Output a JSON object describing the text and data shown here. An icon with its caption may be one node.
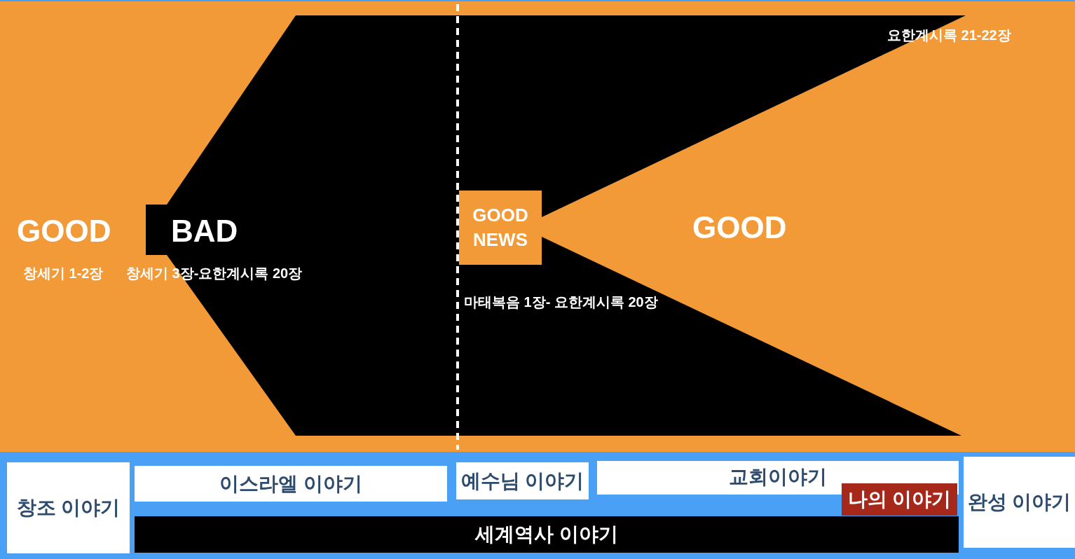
{
  "diagram": {
    "nodes": [
      {
        "text": [
          "GOOD NEWS"
        ]
      },
      {
        "text": [
          "창조 이야기"
        ]
      },
      {
        "text": [
          "이스라엘 이야기"
        ]
      },
      {
        "text": [
          "예수님 이야기"
        ]
      },
      {
        "text": [
          "교회이야기"
        ]
      },
      {
        "text": [
          "나의 이야기"
        ]
      },
      {
        "text": [
          "완성 이야기"
        ]
      },
      {
        "text": [
          "세계역사 이야기"
        ]
      }
    ],
    "labels": [
      "요한계시록 21-22장",
      "GOOD",
      "BAD",
      "GOOD",
      "창세기 1-2장",
      "창세기 3장-요한계시록 20장",
      "마태복음 1장- 요한계시록 20장"
    ]
  }
}
